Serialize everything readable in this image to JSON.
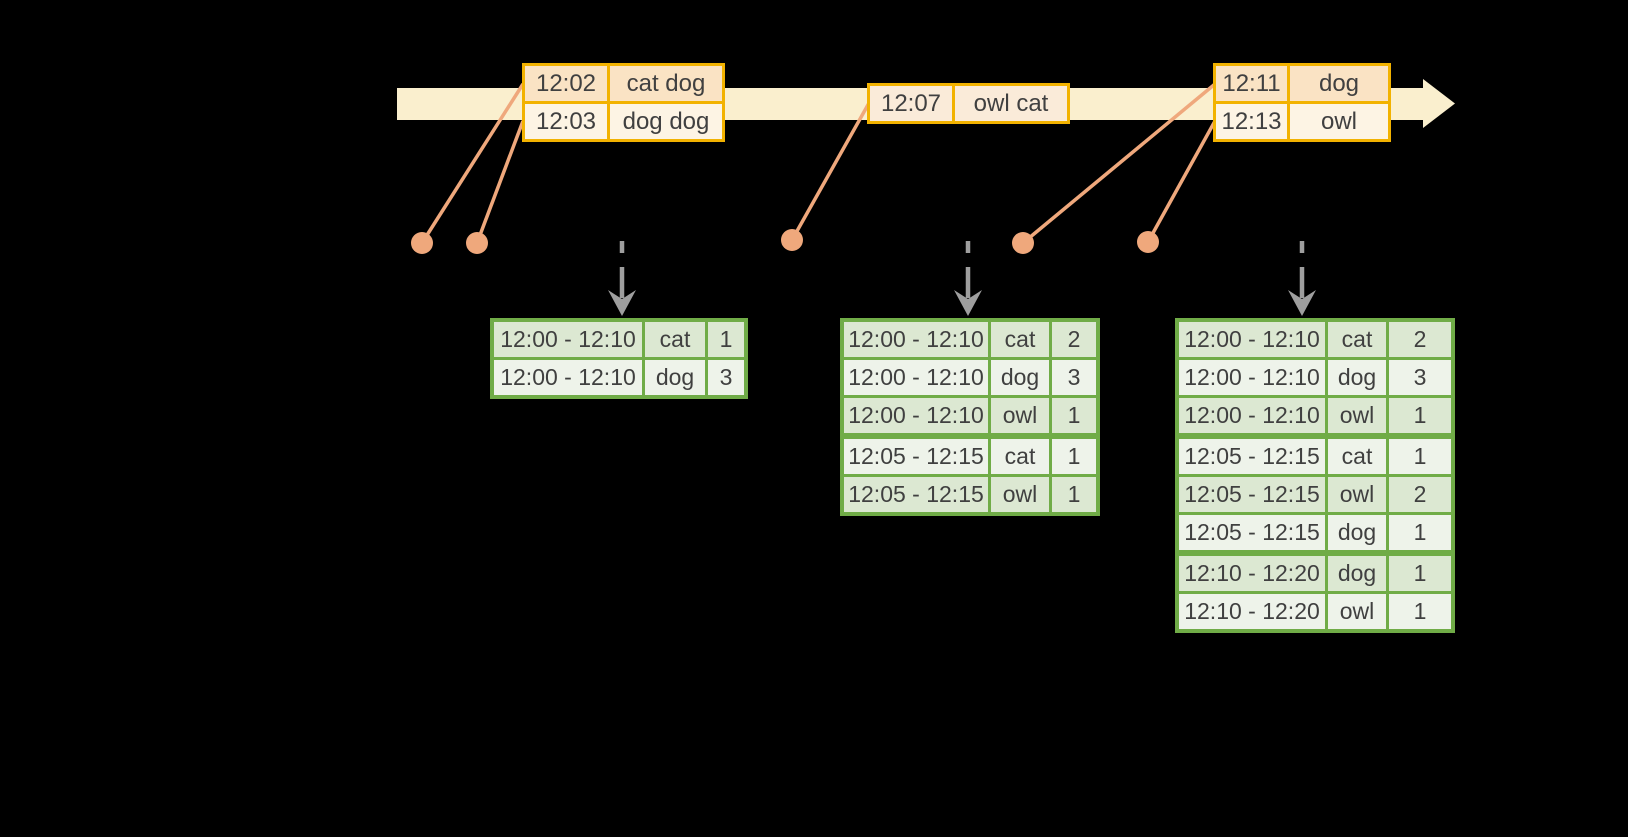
{
  "colors": {
    "bg": "#000000",
    "timeline": "#FAEFCE",
    "orange-border": "#F2B200",
    "peach-dark": "#FAE3C4",
    "peach-mid": "#FAEBD9",
    "peach-light": "#FDF4E4",
    "salmon": "#EFA87C",
    "green-border": "#70AC47",
    "green-row-dark": "#DCE8D2",
    "green-row-light": "#EEF3EA",
    "arrow-gray": "#9E9E9E",
    "text": "#404040"
  },
  "icons": {
    "timeline-arrow": "rightwards cream arrow band",
    "event-dot": "filled circle marker",
    "trigger-arrow": "dashed downward arrow"
  },
  "event_tables": [
    {
      "rows": [
        {
          "time": "12:02",
          "words": "cat dog",
          "shade": "dark"
        },
        {
          "time": "12:03",
          "words": "dog dog",
          "shade": "light"
        }
      ]
    },
    {
      "rows": [
        {
          "time": "12:07",
          "words": "owl cat",
          "shade": "mid"
        }
      ]
    },
    {
      "rows": [
        {
          "time": "12:11",
          "words": "dog",
          "shade": "dark"
        },
        {
          "time": "12:13",
          "words": "owl",
          "shade": "light"
        }
      ]
    }
  ],
  "result_tables": [
    {
      "rows": [
        {
          "window": "12:00 - 12:10",
          "word": "cat",
          "count": "1"
        },
        {
          "window": "12:00 - 12:10",
          "word": "dog",
          "count": "3"
        }
      ]
    },
    {
      "rows": [
        {
          "window": "12:00 - 12:10",
          "word": "cat",
          "count": "2"
        },
        {
          "window": "12:00 - 12:10",
          "word": "dog",
          "count": "3"
        },
        {
          "window": "12:00 - 12:10",
          "word": "owl",
          "count": "1"
        },
        {
          "window": "12:05 - 12:15",
          "word": "cat",
          "count": "1"
        },
        {
          "window": "12:05 - 12:15",
          "word": "owl",
          "count": "1"
        }
      ]
    },
    {
      "rows": [
        {
          "window": "12:00 - 12:10",
          "word": "cat",
          "count": "2"
        },
        {
          "window": "12:00 - 12:10",
          "word": "dog",
          "count": "3"
        },
        {
          "window": "12:00 - 12:10",
          "word": "owl",
          "count": "1"
        },
        {
          "window": "12:05 - 12:15",
          "word": "cat",
          "count": "1"
        },
        {
          "window": "12:05 - 12:15",
          "word": "owl",
          "count": "2"
        },
        {
          "window": "12:05 - 12:15",
          "word": "dog",
          "count": "1"
        },
        {
          "window": "12:10 - 12:20",
          "word": "dog",
          "count": "1"
        },
        {
          "window": "12:10 - 12:20",
          "word": "owl",
          "count": "1"
        }
      ]
    }
  ]
}
